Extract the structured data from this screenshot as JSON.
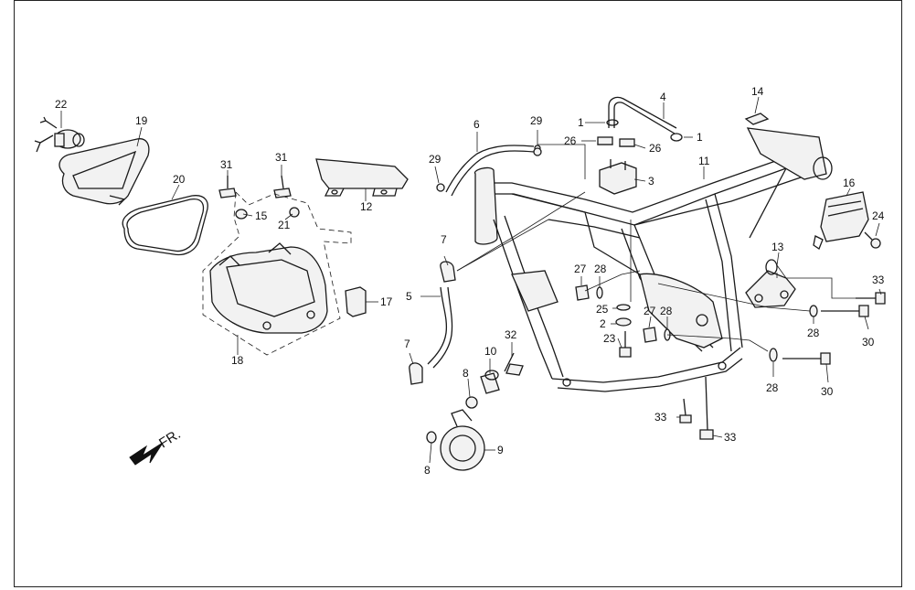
{
  "diagram": {
    "direction_label": "FR.",
    "callouts": [
      {
        "id": "c22",
        "text": "22"
      },
      {
        "id": "c19",
        "text": "19"
      },
      {
        "id": "c20",
        "text": "20"
      },
      {
        "id": "c31a",
        "text": "31"
      },
      {
        "id": "c31b",
        "text": "31"
      },
      {
        "id": "c15",
        "text": "15"
      },
      {
        "id": "c21",
        "text": "21"
      },
      {
        "id": "c12",
        "text": "12"
      },
      {
        "id": "c17",
        "text": "17"
      },
      {
        "id": "c18",
        "text": "18"
      },
      {
        "id": "c6",
        "text": "6"
      },
      {
        "id": "c29a",
        "text": "29"
      },
      {
        "id": "c29b",
        "text": "29"
      },
      {
        "id": "c1a",
        "text": "1"
      },
      {
        "id": "c1b",
        "text": "1"
      },
      {
        "id": "c4",
        "text": "4"
      },
      {
        "id": "c26a",
        "text": "26"
      },
      {
        "id": "c26b",
        "text": "26"
      },
      {
        "id": "c3",
        "text": "3"
      },
      {
        "id": "c14",
        "text": "14"
      },
      {
        "id": "c11",
        "text": "11"
      },
      {
        "id": "c16",
        "text": "16"
      },
      {
        "id": "c24",
        "text": "24"
      },
      {
        "id": "c13",
        "text": "13"
      },
      {
        "id": "c33a",
        "text": "33"
      },
      {
        "id": "c28a",
        "text": "28"
      },
      {
        "id": "c30a",
        "text": "30"
      },
      {
        "id": "c28b",
        "text": "28"
      },
      {
        "id": "c30b",
        "text": "30"
      },
      {
        "id": "c7a",
        "text": "7"
      },
      {
        "id": "c5",
        "text": "5"
      },
      {
        "id": "c7b",
        "text": "7"
      },
      {
        "id": "c27a",
        "text": "27"
      },
      {
        "id": "c28c",
        "text": "28"
      },
      {
        "id": "c25",
        "text": "25"
      },
      {
        "id": "c2",
        "text": "2"
      },
      {
        "id": "c23",
        "text": "23"
      },
      {
        "id": "c27b",
        "text": "27"
      },
      {
        "id": "c28d",
        "text": "28"
      },
      {
        "id": "c32",
        "text": "32"
      },
      {
        "id": "c10",
        "text": "10"
      },
      {
        "id": "c8a",
        "text": "8"
      },
      {
        "id": "c9",
        "text": "9"
      },
      {
        "id": "c8b",
        "text": "8"
      },
      {
        "id": "c33b",
        "text": "33"
      },
      {
        "id": "c33c",
        "text": "33"
      }
    ]
  }
}
